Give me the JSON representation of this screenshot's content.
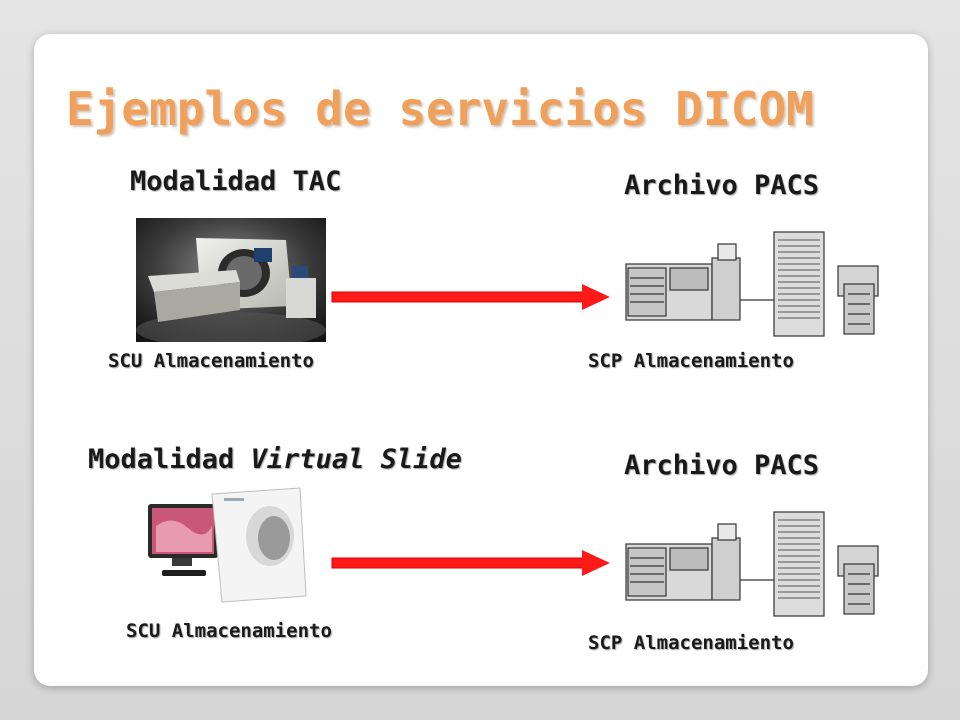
{
  "title": "Ejemplos de servicios DICOM",
  "rows": [
    {
      "source_title": "Modalidad TAC",
      "source_icon": "ct-scanner-image",
      "source_role": "SCU Almacenamiento",
      "target_title": "Archivo PACS",
      "target_icon": "pacs-server-image",
      "target_role": "SCP Almacenamiento"
    },
    {
      "source_title_plain": "Modalidad ",
      "source_title_italic": "Virtual Slide",
      "source_icon": "slide-scanner-image",
      "source_role": "SCU Almacenamiento",
      "target_title": "Archivo PACS",
      "target_icon": "pacs-server-image",
      "target_role": "SCP Almacenamiento"
    }
  ],
  "colors": {
    "title": "#f0a05a",
    "arrow": "#ff1a1a"
  }
}
